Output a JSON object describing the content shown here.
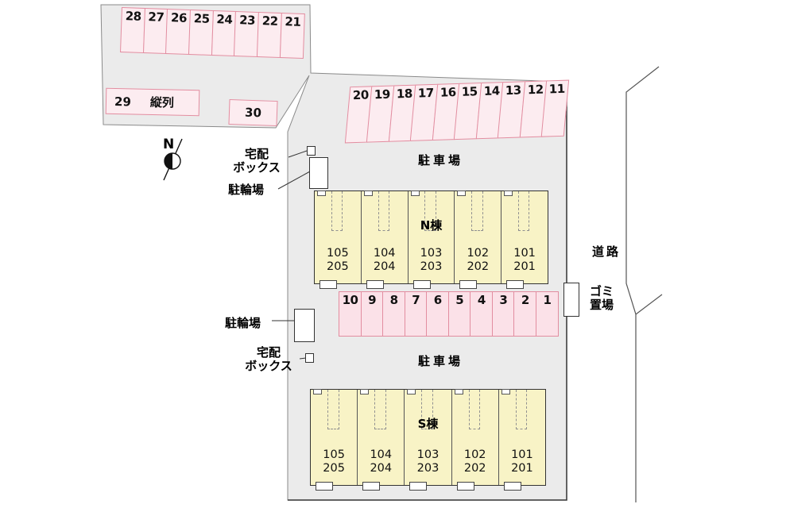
{
  "north": {
    "label": "N"
  },
  "labels": {
    "parking_top": "駐車場",
    "parking_bottom": "駐車場",
    "road": "道路",
    "garbage_l1": "ゴミ",
    "garbage_l2": "置場",
    "delivery_top_l1": "宅配",
    "delivery_top_l2": "ボックス",
    "delivery_bottom_l1": "宅配",
    "delivery_bottom_l2": "ボックス",
    "bicycle_top": "駐輪場",
    "bicycle_bottom": "駐輪場"
  },
  "stalls": {
    "row_top_left": [
      "28",
      "27",
      "26",
      "25",
      "24",
      "23",
      "22",
      "21"
    ],
    "row_top_right": [
      "20",
      "19",
      "18",
      "17",
      "16",
      "15",
      "14",
      "13",
      "12",
      "11"
    ],
    "row_middle": [
      "10",
      "9",
      "8",
      "7",
      "6",
      "5",
      "4",
      "3",
      "2",
      "1"
    ],
    "tandem_number": "29",
    "tandem_label": "縦列",
    "single_stall": "30"
  },
  "buildings": {
    "north_building": {
      "name": "N棟",
      "units": [
        {
          "first": "105",
          "second": "205"
        },
        {
          "first": "104",
          "second": "204"
        },
        {
          "first": "103",
          "second": "203"
        },
        {
          "first": "102",
          "second": "202"
        },
        {
          "first": "101",
          "second": "201"
        }
      ]
    },
    "south_building": {
      "name": "S棟",
      "units": [
        {
          "first": "105",
          "second": "205"
        },
        {
          "first": "104",
          "second": "204"
        },
        {
          "first": "103",
          "second": "203"
        },
        {
          "first": "102",
          "second": "202"
        },
        {
          "first": "101",
          "second": "201"
        }
      ]
    }
  },
  "colors": {
    "site_fill": "#ebebeb",
    "stall_border": "#e28da0",
    "stall_fill": "#fcecf0",
    "stall_fill_middle": "#fbe1e8",
    "building_fill": "#f8f3c6",
    "outline_dark": "#333333"
  }
}
